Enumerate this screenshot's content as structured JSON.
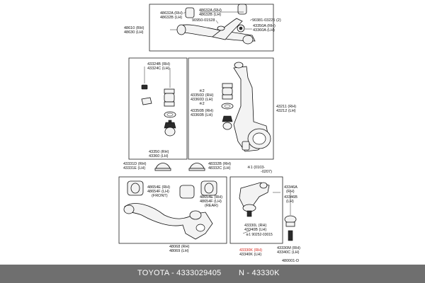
{
  "labels": {
    "l48632A": "48632A (RH)",
    "l48632B": "48632B (LH)",
    "l90381": "90381-03225 (2)",
    "l90950": "90950-01528",
    "l48610": "48610 (RH)",
    "l48630": "48630 (LH)",
    "l43350A": "43350A (RH)",
    "l43360A": "43360A (LH)",
    "l43324B": "43324B (RH)",
    "l43324C": "43324C (LH)",
    "n2a": "※2",
    "l43350Ds": "43350D (RH)",
    "l43360Ds": "43360D (LH)",
    "n2b": "※2",
    "l43350Bs": "43350B (RH)",
    "l43360Bs": "43360B (LH)",
    "l43211": "43211 (RH)",
    "l43212": "43212 (LH)",
    "l43350": "43350 (RH)",
    "l43360": "43360 (LH)",
    "l43331D": "43331D (RH)",
    "l43331E": "43331E (LH)",
    "l48332B": "48332B (RH)",
    "l48332C": "48332C (LH)",
    "n1": "※1 (0103-",
    "n1b": "-0207)",
    "l43346A": "43346A",
    "l43346A2": "(RH)",
    "l43346B": "43346B",
    "l43346B2": "(LH)",
    "l48654E": "48654E (RH)",
    "l48654F": "48654F (LH)",
    "lFront": "(FRONT)",
    "l48654E2": "48654E (RH)",
    "l48654F2": "48654F (LH)",
    "lRear": "(REAR)",
    "l43330L": "43330L (RH)",
    "l43340B": "43340B (LH)",
    "l90252": "※1 90252-03015",
    "l48068": "48068 (RH)",
    "l48069": "48069 (LH)",
    "l43330K": "43330K (RH)",
    "l43340K": "43340K (LH)",
    "l43330M": "43330M (RH)",
    "l43340C": "43340C (LH)",
    "lFig": "480001-D"
  },
  "footer": {
    "brand_part": "TOYOTA - 4333029405",
    "alt": "N - 43330K"
  },
  "colors": {
    "highlight": "#d6241b",
    "footer_bg": "#6f6f6f"
  }
}
